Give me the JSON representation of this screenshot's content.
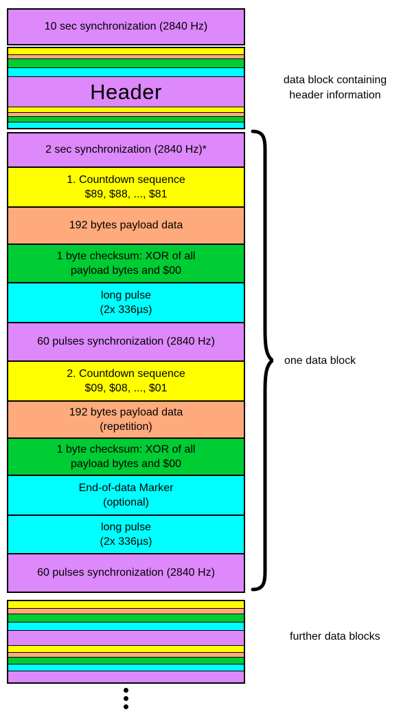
{
  "colors": {
    "violet": "#DD88FB",
    "yellow": "#FFFF00",
    "orange": "#FFAA7D",
    "green": "#00CC33",
    "cyan": "#00FFFF",
    "border": "#000000"
  },
  "top_block": {
    "text": "10 sec synchronization (2840 Hz)"
  },
  "header_block": {
    "title": "Header"
  },
  "data_block": {
    "blocks": [
      {
        "color": "violet",
        "text": "2 sec synchronization (2840 Hz)*"
      },
      {
        "color": "yellow",
        "text": "1. Countdown sequence\n$89, $88, ..., $81"
      },
      {
        "color": "orange",
        "text": "192 bytes payload data"
      },
      {
        "color": "green",
        "text": "1 byte checksum: XOR of all\npayload bytes and $00"
      },
      {
        "color": "cyan",
        "text": "long pulse\n(2x 336µs)"
      },
      {
        "color": "violet",
        "text": "60 pulses  synchronization (2840 Hz)"
      },
      {
        "color": "yellow",
        "text": "2. Countdown sequence\n$09, $08, ..., $01"
      },
      {
        "color": "orange",
        "text": "192 bytes payload data\n(repetition)"
      },
      {
        "color": "green",
        "text": "1 byte checksum: XOR of all\npayload bytes and $00"
      },
      {
        "color": "cyan",
        "text": "End-of-data Marker\n(optional)"
      },
      {
        "color": "cyan",
        "text": "long pulse\n(2x 336µs)"
      },
      {
        "color": "violet",
        "text": "60 pulses  synchronization (2840 Hz)"
      }
    ]
  },
  "annotations": {
    "header_note": "data block containing\nheader information",
    "one_data_block": "one data block",
    "further_blocks": "further data blocks"
  }
}
